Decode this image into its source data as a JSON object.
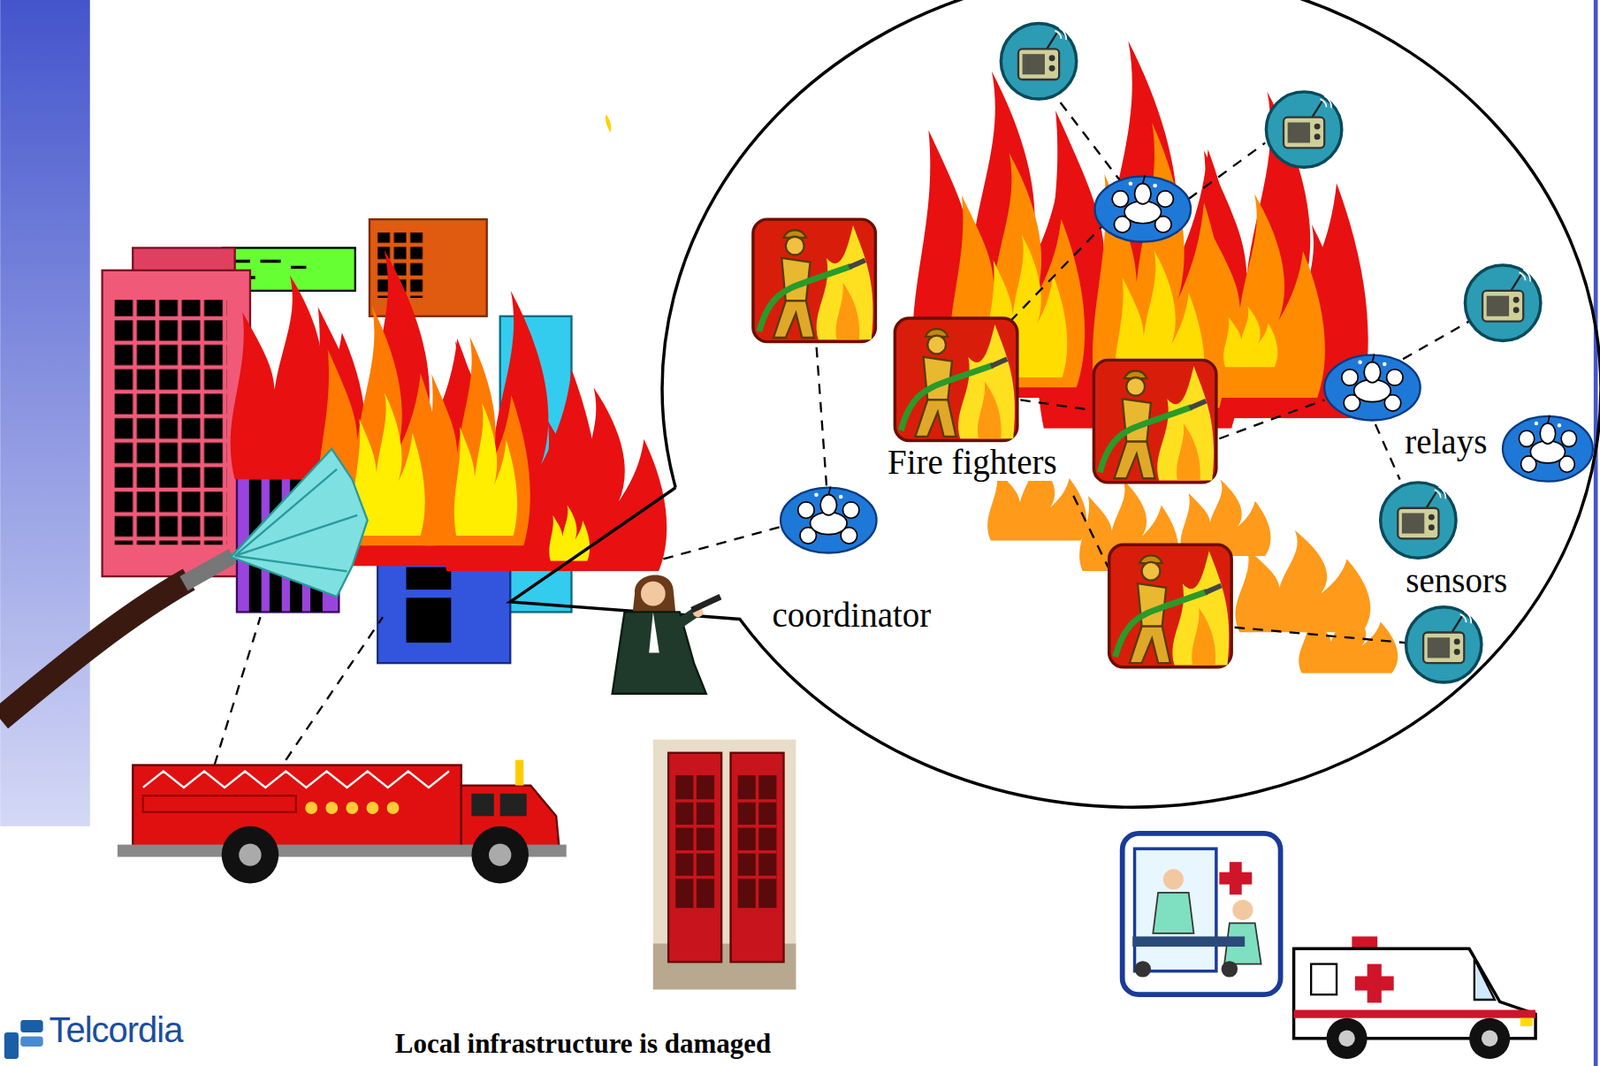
{
  "diagram": {
    "caption": "Local infrastructure is damaged",
    "labels": [
      "Fire fighters",
      "relays",
      "sensors",
      "coordinator",
      "Telcordia"
    ]
  }
}
